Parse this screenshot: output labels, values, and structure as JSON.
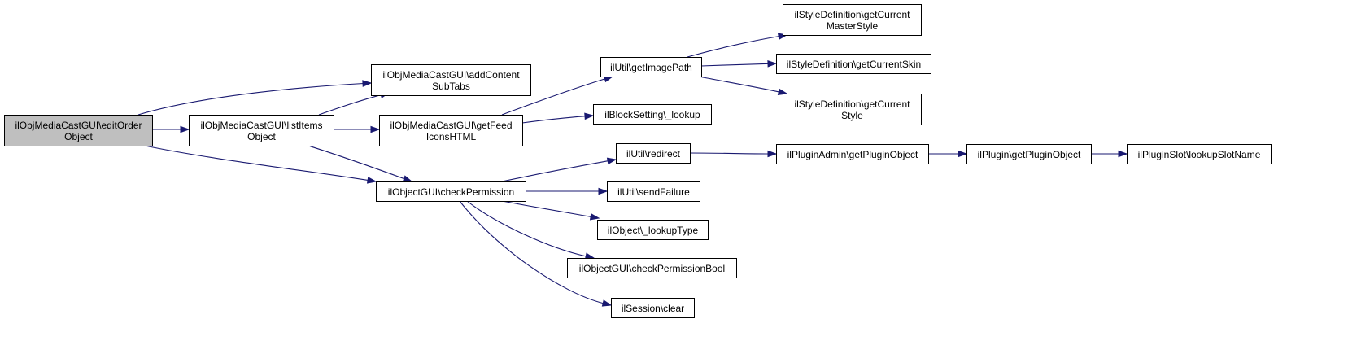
{
  "graph": {
    "colors": {
      "edge": "#191970",
      "root_fill": "#bfbfbf",
      "node_fill": "#ffffff",
      "node_border": "#000000"
    },
    "nodes": [
      {
        "id": "editOrderObject",
        "lines": [
          "ilObjMediaCastGUI\\editOrder",
          "Object"
        ],
        "root": true
      },
      {
        "id": "addContentSubTabs",
        "lines": [
          "ilObjMediaCastGUI\\addContent",
          "SubTabs"
        ]
      },
      {
        "id": "listItemsObject",
        "lines": [
          "ilObjMediaCastGUI\\listItems",
          "Object"
        ]
      },
      {
        "id": "checkPermission",
        "lines": [
          "ilObjectGUI\\checkPermission"
        ]
      },
      {
        "id": "getFeedIconsHTML",
        "lines": [
          "ilObjMediaCastGUI\\getFeed",
          "IconsHTML"
        ]
      },
      {
        "id": "getImagePath",
        "lines": [
          "ilUtil\\getImagePath"
        ]
      },
      {
        "id": "blockLookup",
        "lines": [
          "ilBlockSetting\\_lookup"
        ]
      },
      {
        "id": "redirect",
        "lines": [
          "ilUtil\\redirect"
        ]
      },
      {
        "id": "sendFailure",
        "lines": [
          "ilUtil\\sendFailure"
        ]
      },
      {
        "id": "lookupType",
        "lines": [
          "ilObject\\_lookupType"
        ]
      },
      {
        "id": "checkPermissionBool",
        "lines": [
          "ilObjectGUI\\checkPermissionBool"
        ]
      },
      {
        "id": "sessionClear",
        "lines": [
          "ilSession\\clear"
        ]
      },
      {
        "id": "currentMasterStyle",
        "lines": [
          "ilStyleDefinition\\getCurrent",
          "MasterStyle"
        ]
      },
      {
        "id": "currentSkin",
        "lines": [
          "ilStyleDefinition\\getCurrentSkin"
        ]
      },
      {
        "id": "currentStyle",
        "lines": [
          "ilStyleDefinition\\getCurrent",
          "Style"
        ]
      },
      {
        "id": "adminGetPluginObject",
        "lines": [
          "ilPluginAdmin\\getPluginObject"
        ]
      },
      {
        "id": "pluginGetPluginObject",
        "lines": [
          "ilPlugin\\getPluginObject"
        ]
      },
      {
        "id": "lookupSlotName",
        "lines": [
          "ilPluginSlot\\lookupSlotName"
        ]
      }
    ],
    "edges": [
      [
        "editOrderObject",
        "addContentSubTabs"
      ],
      [
        "editOrderObject",
        "listItemsObject"
      ],
      [
        "editOrderObject",
        "checkPermission"
      ],
      [
        "listItemsObject",
        "addContentSubTabs"
      ],
      [
        "listItemsObject",
        "getFeedIconsHTML"
      ],
      [
        "listItemsObject",
        "checkPermission"
      ],
      [
        "getFeedIconsHTML",
        "getImagePath"
      ],
      [
        "getFeedIconsHTML",
        "blockLookup"
      ],
      [
        "getImagePath",
        "currentMasterStyle"
      ],
      [
        "getImagePath",
        "currentSkin"
      ],
      [
        "getImagePath",
        "currentStyle"
      ],
      [
        "checkPermission",
        "redirect"
      ],
      [
        "checkPermission",
        "sendFailure"
      ],
      [
        "checkPermission",
        "lookupType"
      ],
      [
        "checkPermission",
        "checkPermissionBool"
      ],
      [
        "checkPermission",
        "sessionClear"
      ],
      [
        "redirect",
        "adminGetPluginObject"
      ],
      [
        "adminGetPluginObject",
        "pluginGetPluginObject"
      ],
      [
        "pluginGetPluginObject",
        "lookupSlotName"
      ]
    ]
  }
}
